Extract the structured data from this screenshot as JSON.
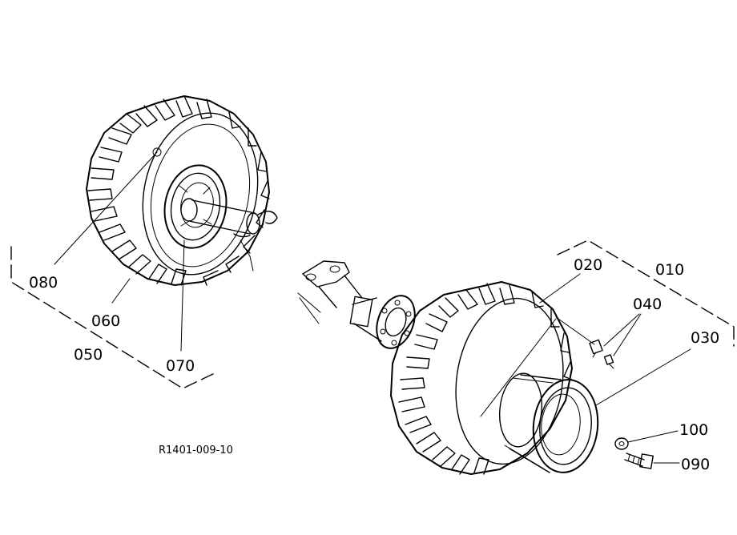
{
  "callouts": {
    "c010": "010",
    "c020": "020",
    "c030": "030",
    "c040": "040",
    "c050": "050",
    "c060": "060",
    "c070": "070",
    "c080": "080",
    "c090": "090",
    "c100": "100"
  },
  "drawing_code": "R1401-009-10"
}
